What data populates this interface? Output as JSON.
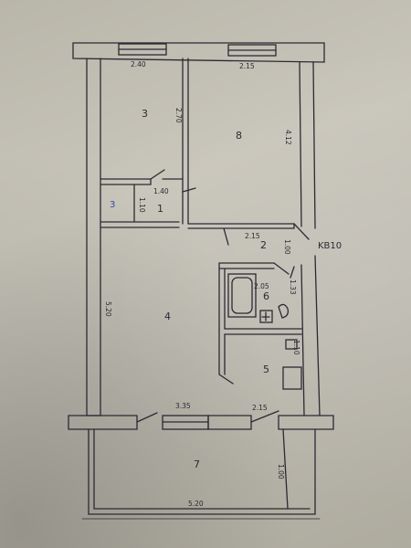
{
  "plan": {
    "apartment_label": "KB10",
    "stray_mark": "3",
    "rooms": [
      {
        "id": "room-3",
        "number": "3",
        "dims": [
          "2.40",
          "2.70"
        ]
      },
      {
        "id": "room-8",
        "number": "8",
        "dims": [
          "2.15",
          "4.12"
        ]
      },
      {
        "id": "room-1",
        "number": "1",
        "dims": [
          "1.10",
          "1.40"
        ]
      },
      {
        "id": "room-2",
        "number": "2",
        "dims": [
          "2.15",
          "1.00"
        ]
      },
      {
        "id": "room-6",
        "number": "6",
        "dims": [
          "2.05",
          "1.33"
        ]
      },
      {
        "id": "room-4",
        "number": "4",
        "dims": [
          "5.20",
          "3.35"
        ]
      },
      {
        "id": "room-5",
        "number": "5",
        "dims": [
          "2.15",
          "1.10"
        ]
      },
      {
        "id": "room-7",
        "number": "7",
        "dims": [
          "5.20",
          "1.00"
        ]
      }
    ]
  },
  "colors": {
    "ink": "#2b2a33",
    "blue_ink": "#3b4aa5",
    "paper": "#c2bfb4"
  }
}
